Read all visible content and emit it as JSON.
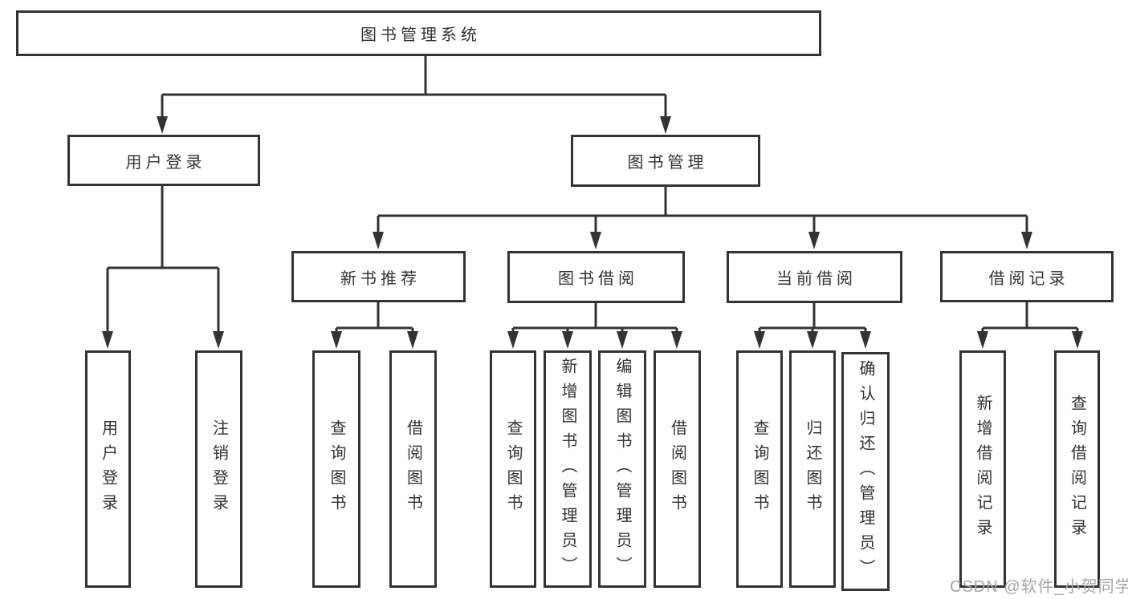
{
  "colors": {
    "line": "#333333",
    "text": "#333333",
    "watermark": "#a6a6a6",
    "background": "#ffffff"
  },
  "diagram": {
    "root": {
      "label": "图书管理系统"
    },
    "level1": [
      {
        "label": "用户登录"
      },
      {
        "label": "图书管理"
      }
    ],
    "user_login_children": [
      {
        "label": "用户登录"
      },
      {
        "label": "注销登录"
      }
    ],
    "book_management_children": [
      {
        "label": "新书推荐",
        "children": [
          {
            "label": "查询图书"
          },
          {
            "label": "借阅图书"
          }
        ]
      },
      {
        "label": "图书借阅",
        "children": [
          {
            "label": "查询图书"
          },
          {
            "label": "新增图书（管理员）"
          },
          {
            "label": "编辑图书（管理员）"
          },
          {
            "label": "借阅图书"
          }
        ]
      },
      {
        "label": "当前借阅",
        "children": [
          {
            "label": "查询图书"
          },
          {
            "label": "归还图书"
          },
          {
            "label": "确认归还（管理员）"
          }
        ]
      },
      {
        "label": "借阅记录",
        "children": [
          {
            "label": "新增借阅记录"
          },
          {
            "label": "查询借阅记录"
          }
        ]
      }
    ]
  },
  "watermark": {
    "text": "CSDN @软件_小贺同学"
  }
}
